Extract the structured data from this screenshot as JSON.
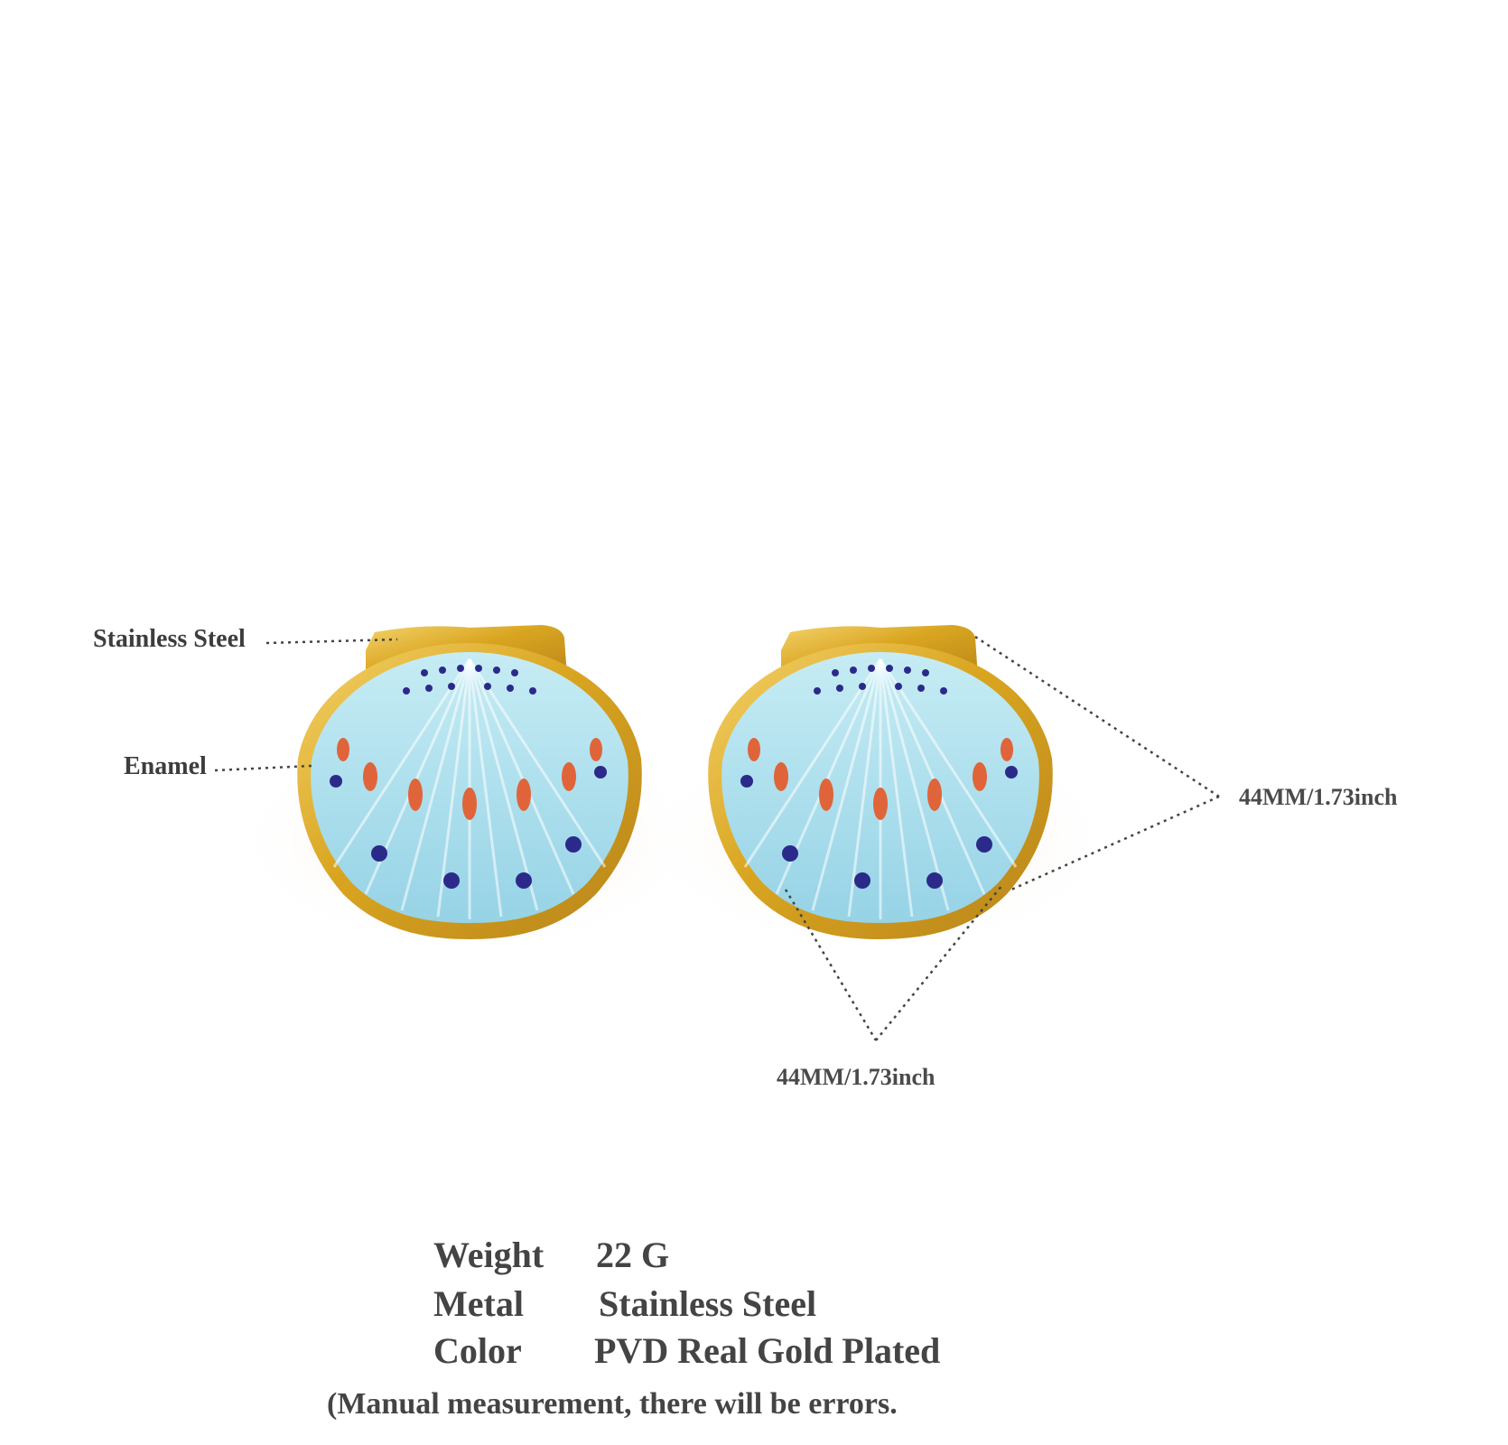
{
  "callouts": {
    "stainless_steel": "Stainless Steel",
    "enamel": "Enamel"
  },
  "dimensions": {
    "height": "44MM/1.73inch",
    "width": "44MM/1.73inch"
  },
  "specs": [
    {
      "key": "Weight",
      "value": "22 G"
    },
    {
      "key": "Metal",
      "value": "Stainless Steel"
    },
    {
      "key": "Color",
      "value": "PVD Real Gold Plated"
    }
  ],
  "note": "(Manual measurement, there will be errors.",
  "colors": {
    "background": "#ffffff",
    "gold": "#d9a520",
    "enamel_blue": "#a8dcea",
    "orange": "#e0643a",
    "navy": "#2b2a8a",
    "text": "#444444"
  }
}
